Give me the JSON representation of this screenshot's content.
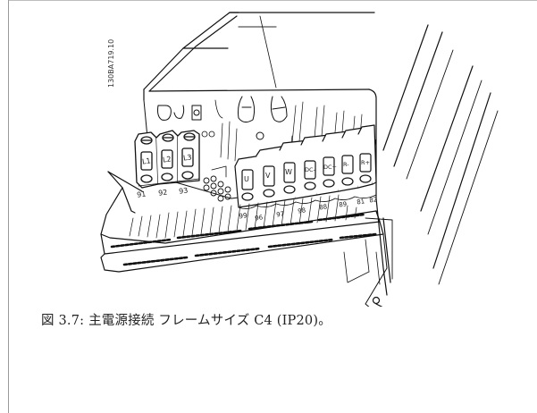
{
  "figure": {
    "code": "130BA719.10",
    "caption": "図 3.7: 主電源接続 フレームサイズ C4 (IP20)。",
    "mains_terminals": [
      {
        "id": "L1",
        "number": "91"
      },
      {
        "id": "L2",
        "number": "92"
      },
      {
        "id": "L3",
        "number": "93"
      }
    ],
    "motor_terminals": [
      {
        "id": "U",
        "number": "96"
      },
      {
        "id": "V",
        "number": "97"
      },
      {
        "id": "W",
        "number": "98"
      },
      {
        "id": "DC-",
        "number": "88"
      },
      {
        "id": "DC+",
        "number": "89"
      },
      {
        "id": "R-",
        "number": "81"
      },
      {
        "id": "R+",
        "number": "82"
      }
    ],
    "ground_labels": [
      "99"
    ]
  }
}
